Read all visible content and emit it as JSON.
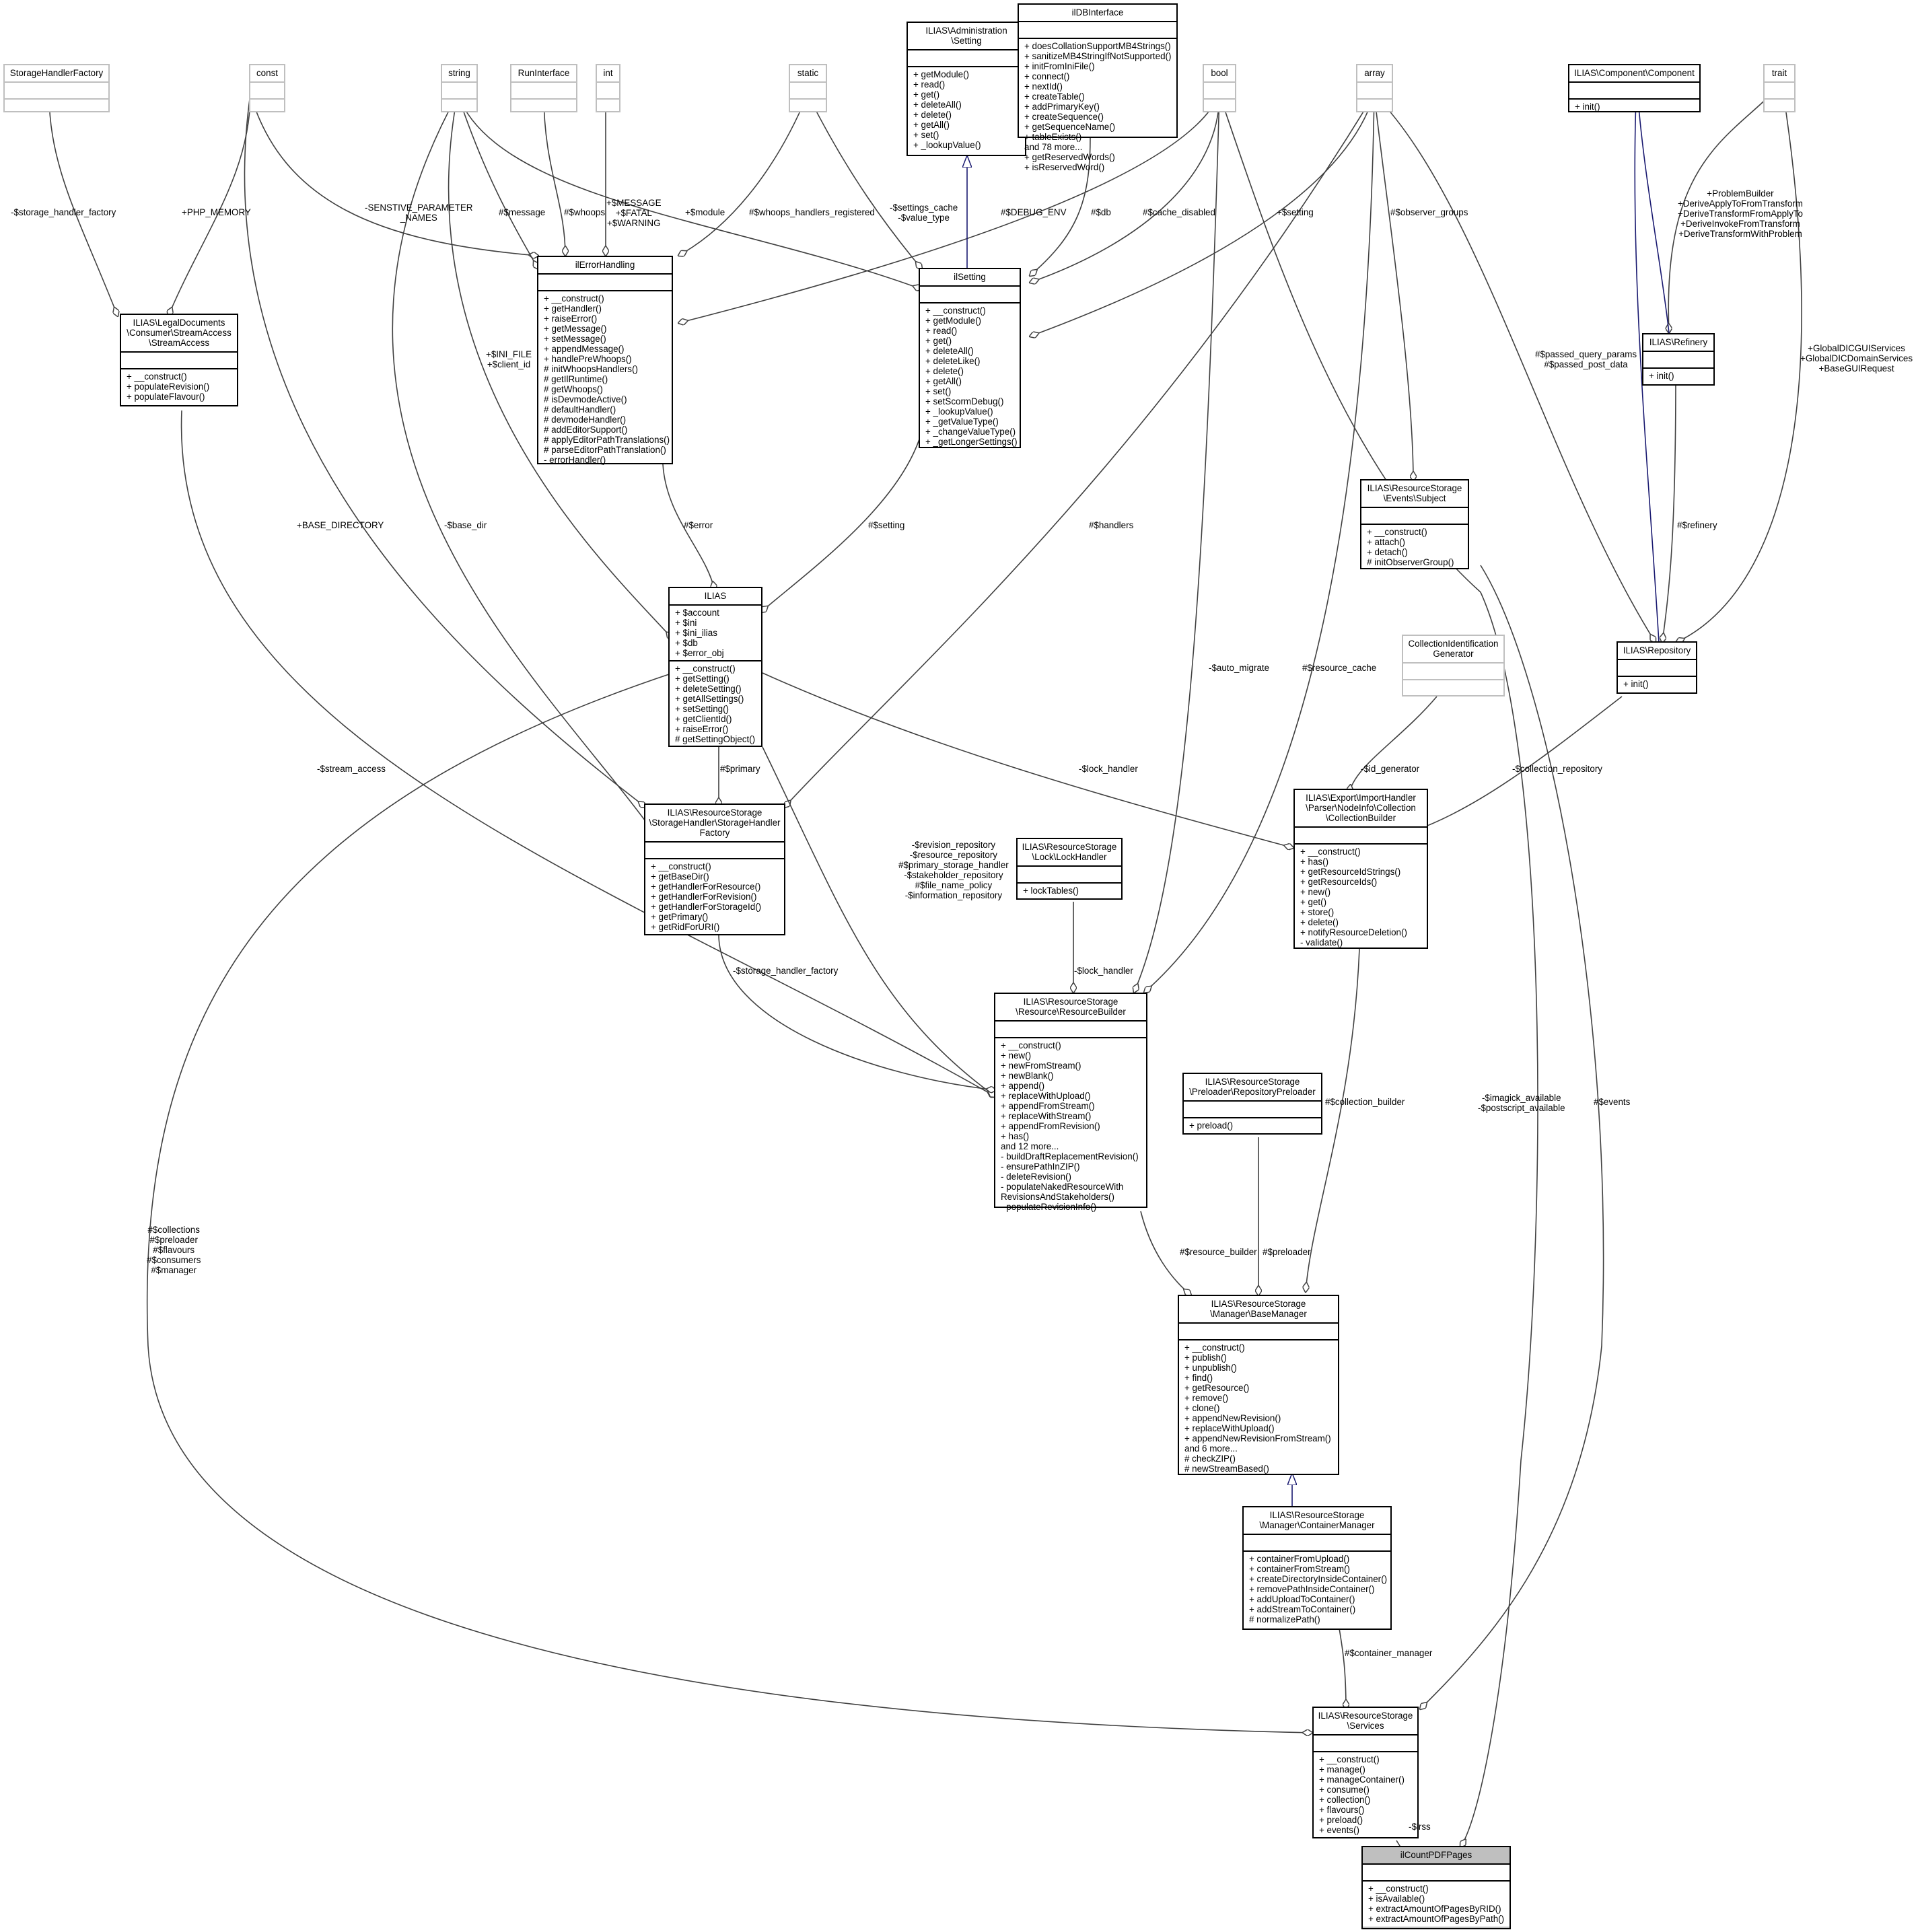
{
  "classes": [
    {
      "id": "StorageHandlerFactory_gray",
      "title": "StorageHandlerFactory",
      "attrs": [],
      "ops": [],
      "style": "gray"
    },
    {
      "id": "const",
      "title": "const",
      "attrs": [],
      "ops": [],
      "style": "gray"
    },
    {
      "id": "string",
      "title": "string",
      "attrs": [],
      "ops": [],
      "style": "gray"
    },
    {
      "id": "RunInterface",
      "title": "RunInterface",
      "attrs": [],
      "ops": [],
      "style": "gray"
    },
    {
      "id": "int",
      "title": "int",
      "attrs": [],
      "ops": [],
      "style": "gray"
    },
    {
      "id": "static",
      "title": "static",
      "attrs": [],
      "ops": [],
      "style": "gray"
    },
    {
      "id": "AdminSetting",
      "title": "ILIAS\\Administration\n\\Setting",
      "attrs": [],
      "ops": [
        "+ getModule()",
        "+ read()",
        "+ get()",
        "+ deleteAll()",
        "+ delete()",
        "+ getAll()",
        "+ set()",
        "+ _lookupValue()"
      ],
      "style": "normal"
    },
    {
      "id": "ilDBInterface",
      "title": "ilDBInterface",
      "attrs": [],
      "ops": [
        "+ doesCollationSupportMB4Strings()",
        "+ sanitizeMB4StringIfNotSupported()",
        "+ initFromIniFile()",
        "+ connect()",
        "+ nextId()",
        "+ createTable()",
        "+ addPrimaryKey()",
        "+ createSequence()",
        "+ getSequenceName()",
        "+ tableExists()",
        "and 78 more...",
        "+ getReservedWords()",
        "+ isReservedWord()"
      ],
      "style": "normal"
    },
    {
      "id": "bool",
      "title": "bool",
      "attrs": [],
      "ops": [],
      "style": "gray"
    },
    {
      "id": "array",
      "title": "array",
      "attrs": [],
      "ops": [],
      "style": "gray"
    },
    {
      "id": "Component",
      "title": "ILIAS\\Component\\Component",
      "attrs": [],
      "ops": [
        "+ init()"
      ],
      "style": "normal"
    },
    {
      "id": "trait",
      "title": "trait",
      "attrs": [],
      "ops": [],
      "style": "gray"
    },
    {
      "id": "StreamAccess",
      "title": "ILIAS\\LegalDocuments\n\\Consumer\\StreamAccess\n\\StreamAccess",
      "attrs": [],
      "ops": [
        "+ __construct()",
        "+ populateRevision()",
        "+ populateFlavour()"
      ],
      "style": "normal"
    },
    {
      "id": "ilErrorHandling",
      "title": "ilErrorHandling",
      "attrs": [],
      "ops": [
        "+ __construct()",
        "+ getHandler()",
        "+ raiseError()",
        "+ getMessage()",
        "+ setMessage()",
        "+ appendMessage()",
        "+ handlePreWhoops()",
        "# initWhoopsHandlers()",
        "# getIlRuntime()",
        "# getWhoops()",
        "# isDevmodeActive()",
        "# defaultHandler()",
        "# devmodeHandler()",
        "# addEditorSupport()",
        "# applyEditorPathTranslations()",
        "# parseEditorPathTranslation()",
        "- errorHandler()"
      ],
      "style": "normal"
    },
    {
      "id": "ilSetting",
      "title": "ilSetting",
      "attrs": [],
      "ops": [
        "+ __construct()",
        "+ getModule()",
        "+ read()",
        "+ get()",
        "+ deleteAll()",
        "+ deleteLike()",
        "+ delete()",
        "+ getAll()",
        "+ set()",
        "+ setScormDebug()",
        "+ _lookupValue()",
        "+ _getValueType()",
        "+ _changeValueType()",
        "+ _getLongerSettings()"
      ],
      "style": "normal"
    },
    {
      "id": "Refinery",
      "title": "ILIAS\\Refinery",
      "attrs": [],
      "ops": [
        "+ init()"
      ],
      "style": "normal"
    },
    {
      "id": "Subject",
      "title": "ILIAS\\ResourceStorage\n\\Events\\Subject",
      "attrs": [],
      "ops": [
        "+ __construct()",
        "+ attach()",
        "+ detach()",
        "# initObserverGroup()"
      ],
      "style": "normal"
    },
    {
      "id": "ILIAS",
      "title": "ILIAS",
      "attrs": [
        "+ $account",
        "+ $ini",
        "+ $ini_ilias",
        "+ $db",
        "+ $error_obj"
      ],
      "ops": [
        "+ __construct()",
        "+ getSetting()",
        "+ deleteSetting()",
        "+ getAllSettings()",
        "+ setSetting()",
        "+ getClientId()",
        "+ raiseError()",
        "# getSettingObject()"
      ],
      "style": "normal"
    },
    {
      "id": "CollectionIdGen",
      "title": "CollectionIdentification\nGenerator",
      "attrs": [],
      "ops": [],
      "style": "gray"
    },
    {
      "id": "Repository",
      "title": "ILIAS\\Repository",
      "attrs": [],
      "ops": [
        "+ init()"
      ],
      "style": "normal"
    },
    {
      "id": "SHFactory",
      "title": "ILIAS\\ResourceStorage\n\\StorageHandler\\StorageHandler\nFactory",
      "attrs": [],
      "ops": [
        "+ __construct()",
        "+ getBaseDir()",
        "+ getHandlerForResource()",
        "+ getHandlerForRevision()",
        "+ getHandlerForStorageId()",
        "+ getPrimary()",
        "+ getRidForURI()"
      ],
      "style": "normal"
    },
    {
      "id": "LockHandler",
      "title": "ILIAS\\ResourceStorage\n\\Lock\\LockHandler",
      "attrs": [],
      "ops": [
        "+ lockTables()"
      ],
      "style": "normal"
    },
    {
      "id": "CollectionBuilder",
      "title": "ILIAS\\Export\\ImportHandler\n\\Parser\\NodeInfo\\Collection\n\\CollectionBuilder",
      "attrs": [],
      "ops": [
        "+ __construct()",
        "+ has()",
        "+ getResourceIdStrings()",
        "+ getResourceIds()",
        "+ new()",
        "+ get()",
        "+ store()",
        "+ delete()",
        "+ notifyResourceDeletion()",
        "- validate()"
      ],
      "style": "normal"
    },
    {
      "id": "ResourceBuilder",
      "title": "ILIAS\\ResourceStorage\n\\Resource\\ResourceBuilder",
      "attrs": [],
      "ops": [
        "+ __construct()",
        "+ new()",
        "+ newFromStream()",
        "+ newBlank()",
        "+ append()",
        "+ replaceWithUpload()",
        "+ appendFromStream()",
        "+ replaceWithStream()",
        "+ appendFromRevision()",
        "+ has()",
        "and 12 more...",
        "- buildDraftReplacementRevision()",
        "- ensurePathInZIP()",
        "- deleteRevision()",
        "- populateNakedResourceWith",
        "RevisionsAndStakeholders()",
        "- populateRevisionInfo()"
      ],
      "style": "normal"
    },
    {
      "id": "RepositoryPreloader",
      "title": "ILIAS\\ResourceStorage\n\\Preloader\\RepositoryPreloader",
      "attrs": [],
      "ops": [
        "+ preload()"
      ],
      "style": "normal"
    },
    {
      "id": "BaseManager",
      "title": "ILIAS\\ResourceStorage\n\\Manager\\BaseManager",
      "attrs": [],
      "ops": [
        "+ __construct()",
        "+ publish()",
        "+ unpublish()",
        "+ find()",
        "+ getResource()",
        "+ remove()",
        "+ clone()",
        "+ appendNewRevision()",
        "+ replaceWithUpload()",
        "+ appendNewRevisionFromStream()",
        "and 6 more...",
        "# checkZIP()",
        "# newStreamBased()"
      ],
      "style": "normal"
    },
    {
      "id": "ContainerManager",
      "title": "ILIAS\\ResourceStorage\n\\Manager\\ContainerManager",
      "attrs": [],
      "ops": [
        "+ containerFromUpload()",
        "+ containerFromStream()",
        "+ createDirectoryInsideContainer()",
        "+ removePathInsideContainer()",
        "+ addUploadToContainer()",
        "+ addStreamToContainer()",
        "# normalizePath()"
      ],
      "style": "normal"
    },
    {
      "id": "Services",
      "title": "ILIAS\\ResourceStorage\n\\Services",
      "attrs": [],
      "ops": [
        "+ __construct()",
        "+ manage()",
        "+ manageContainer()",
        "+ consume()",
        "+ collection()",
        "+ flavours()",
        "+ preload()",
        "+ events()"
      ],
      "style": "normal"
    },
    {
      "id": "ilCountPDFPages",
      "title": "ilCountPDFPages",
      "attrs": [],
      "ops": [
        "+ __construct()",
        "+ isAvailable()",
        "+ extractAmountOfPagesByRID()",
        "+ extractAmountOfPagesByPath()"
      ],
      "style": "highlight"
    }
  ],
  "edge_labels": [
    {
      "id": "storage_handler_factory",
      "text": "-$storage_handler_factory"
    },
    {
      "id": "php_memory",
      "text": "+PHP_MEMORY"
    },
    {
      "id": "sensitive_params",
      "text": "-SENSTIVE_PARAMETER\n_NAMES"
    },
    {
      "id": "message",
      "text": "#$message"
    },
    {
      "id": "whoops",
      "text": "#$whoops"
    },
    {
      "id": "message_fatal_warning",
      "text": "+$MESSAGE\n+$FATAL\n+$WARNING"
    },
    {
      "id": "module",
      "text": "+$module"
    },
    {
      "id": "whoops_handlers_registered",
      "text": "#$whoops_handlers_registered"
    },
    {
      "id": "settings_cache",
      "text": "-$settings_cache\n-$value_type"
    },
    {
      "id": "debug_env",
      "text": "#$DEBUG_ENV"
    },
    {
      "id": "db",
      "text": "#$db"
    },
    {
      "id": "cache_disabled",
      "text": "#$cache_disabled"
    },
    {
      "id": "setting_plus",
      "text": "+$setting"
    },
    {
      "id": "observer_groups",
      "text": "#$observer_groups"
    },
    {
      "id": "problem_builder",
      "text": "+ProblemBuilder\n+DeriveApplyToFromTransform\n+DeriveTransformFromApplyTo\n+DeriveInvokeFromTransform\n+DeriveTransformWithProblem"
    },
    {
      "id": "ini_file",
      "text": "+$INI_FILE\n+$client_id"
    },
    {
      "id": "passed_params",
      "text": "#$passed_query_params\n#$passed_post_data"
    },
    {
      "id": "global_dic",
      "text": "+GlobalDICGUIServices\n+GlobalDICDomainServices\n+BaseGUIRequest"
    },
    {
      "id": "base_directory",
      "text": "+BASE_DIRECTORY"
    },
    {
      "id": "base_dir",
      "text": "-$base_dir"
    },
    {
      "id": "error",
      "text": "#$error"
    },
    {
      "id": "setting_hash",
      "text": "#$setting"
    },
    {
      "id": "handlers",
      "text": "#$handlers"
    },
    {
      "id": "refinery",
      "text": "#$refinery"
    },
    {
      "id": "auto_migrate",
      "text": "-$auto_migrate"
    },
    {
      "id": "resource_cache",
      "text": "#$resource_cache"
    },
    {
      "id": "id_generator",
      "text": "-$id_generator"
    },
    {
      "id": "stream_access",
      "text": "-$stream_access"
    },
    {
      "id": "primary",
      "text": "#$primary"
    },
    {
      "id": "lock_handler_1",
      "text": "-$lock_handler"
    },
    {
      "id": "collection_repository",
      "text": "-$collection_repository"
    },
    {
      "id": "revision_repository",
      "text": "-$revision_repository\n-$resource_repository\n#$primary_storage_handler\n-$stakeholder_repository\n#$file_name_policy\n-$information_repository"
    },
    {
      "id": "storage_handler_factory_2",
      "text": "-$storage_handler_factory"
    },
    {
      "id": "lock_handler_2",
      "text": "-$lock_handler"
    },
    {
      "id": "collection_builder",
      "text": "#$collection_builder"
    },
    {
      "id": "imagick",
      "text": "-$imagick_available\n-$postscript_available"
    },
    {
      "id": "events",
      "text": "#$events"
    },
    {
      "id": "collections",
      "text": "#$collections\n#$preloader\n#$flavours\n#$consumers\n#$manager"
    },
    {
      "id": "resource_builder",
      "text": "#$resource_builder"
    },
    {
      "id": "preloader",
      "text": "#$preloader"
    },
    {
      "id": "container_manager",
      "text": "#$container_manager"
    },
    {
      "id": "irss",
      "text": "-$irss"
    }
  ]
}
